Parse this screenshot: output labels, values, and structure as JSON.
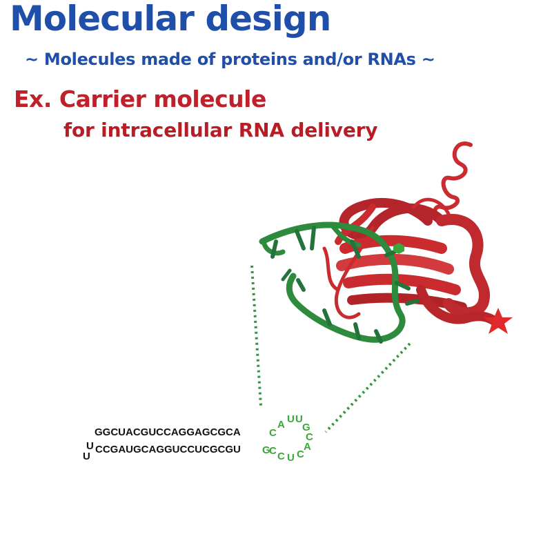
{
  "header": {
    "title": "Molecular design",
    "subtitle": "~ Molecules made of proteins and/or RNAs ~"
  },
  "example": {
    "heading": "Ex. Carrier molecule",
    "subheading": "for intracellular RNA delivery"
  },
  "rna": {
    "strand_top": "GGCUACGUCCAGGAGCGCA",
    "strand_bottom": "CCGAUGCAGGUCCUCGCGU",
    "hairpin_left": "U",
    "hairpin_left_2": "U",
    "loop": [
      "C",
      "A",
      "U",
      "U",
      "G",
      "C",
      "A",
      "C",
      "U",
      "C",
      "C",
      "G"
    ]
  },
  "colors": {
    "title": "#1f4fa8",
    "example": "#c0202a",
    "protein": "#c92b2f",
    "rna": "#2e8b3e",
    "loop_text": "#3aa63c"
  },
  "icons": {
    "protein": "protein-ribbon-icon",
    "rna": "rna-tube-icon",
    "star": "star-icon"
  }
}
